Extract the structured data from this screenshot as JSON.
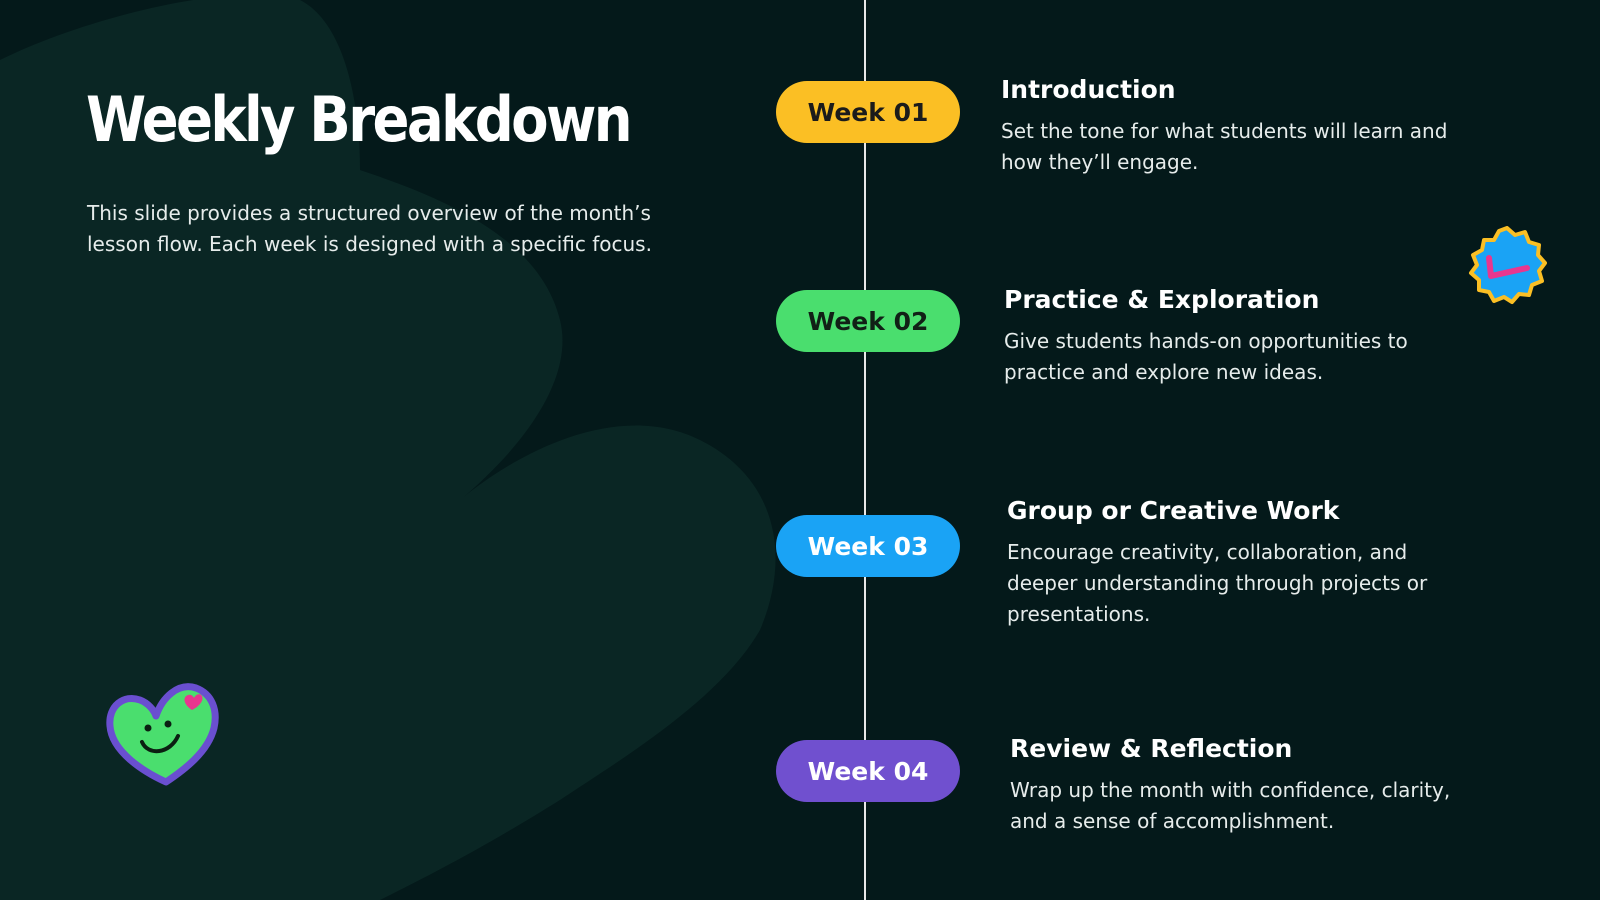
{
  "slide": {
    "title": "Weekly Breakdown",
    "intro": "This slide provides a structured overview of the month’s lesson flow. Each week is designed with a specific focus."
  },
  "weeks": [
    {
      "label": "Week 01",
      "heading": "Introduction",
      "description": "Set the tone for what students will learn and how they’ll engage.",
      "color": "#fbbf24"
    },
    {
      "label": "Week 02",
      "heading": "Practice & Exploration",
      "description": "Give students hands-on opportunities to practice and explore new ideas.",
      "color": "#4ade6e"
    },
    {
      "label": "Week 03",
      "heading": "Group or Creative Work",
      "description": "Encourage creativity, collaboration, and deeper understanding through projects or presentations.",
      "color": "#1aa3f5"
    },
    {
      "label": "Week 04",
      "heading": "Review & Reflection",
      "description": "Wrap up the month with confidence, clarity, and a sense of accomplishment.",
      "color": "#7050cf"
    }
  ],
  "theme": {
    "background": "#04191a",
    "accent_shape": "#0a2624",
    "text": "#ffffff"
  },
  "icons": {
    "badge": "check-badge-icon",
    "sticker": "smiley-heart-icon"
  }
}
